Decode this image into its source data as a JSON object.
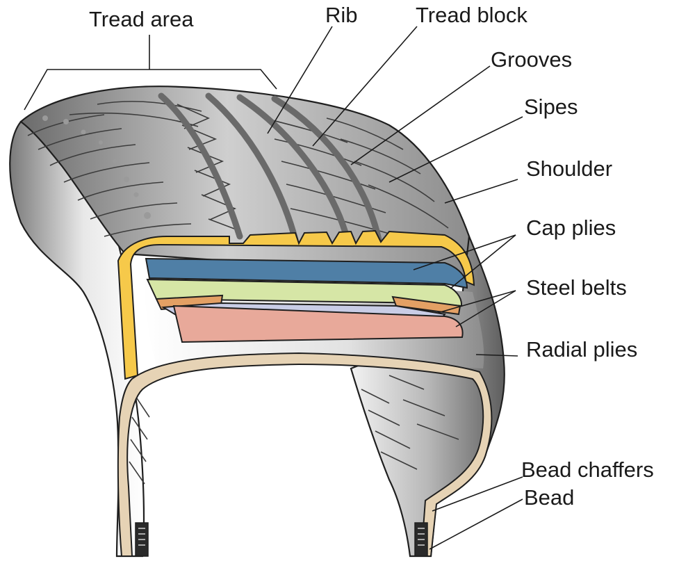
{
  "labels": {
    "tread_area": "Tread area",
    "rib": "Rib",
    "tread_block": "Tread block",
    "grooves": "Grooves",
    "sipes": "Sipes",
    "shoulder": "Shoulder",
    "cap_plies": "Cap plies",
    "steel_belts": "Steel belts",
    "radial_plies": "Radial plies",
    "bead_chaffers": "Bead chaffers",
    "bead": "Bead"
  },
  "colors": {
    "rubber_dark": "#5a5a5a",
    "rubber_light": "#e6e6e6",
    "cap_ply_yellow": "#f6c94a",
    "cap_ply_blue": "#4f7fa6",
    "steel_belt_green": "#d6e6a6",
    "steel_belt_orange": "#e3a064",
    "belt_lavender": "#c9cde6",
    "radial_ply_salmon": "#e8a99a",
    "inner_liner_tan": "#e6d3b5",
    "leader_line": "#1a1a1a"
  }
}
